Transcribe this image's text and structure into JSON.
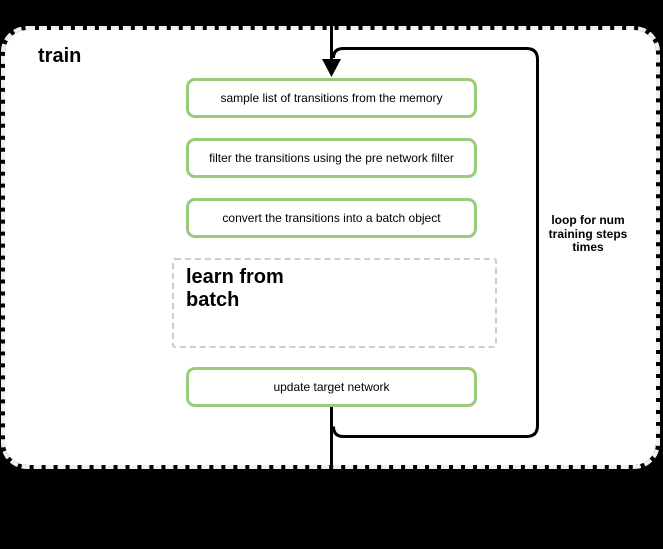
{
  "diagram": {
    "title": "train",
    "steps": [
      "sample list of transitions from the memory",
      "filter the transitions using the pre network filter",
      "convert the transitions into a batch object"
    ],
    "subprocess": {
      "lines": [
        "learn from",
        "batch"
      ]
    },
    "final_step": "update target network",
    "loop_annotation": {
      "lines": [
        "loop for num",
        "training steps",
        "times"
      ]
    }
  },
  "colors": {
    "background": "#000000",
    "container_fill": "#ffffff",
    "container_border": "#efefef",
    "green_box_border": "#99cc7a",
    "dashed_box_border": "#cccccc",
    "connector": "#000000",
    "text": "#000000"
  }
}
